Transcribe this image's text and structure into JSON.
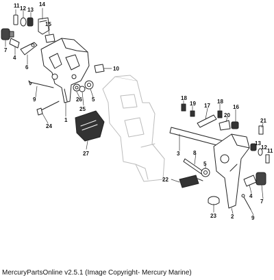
{
  "diagram": {
    "callouts": [
      {
        "id": "c11a",
        "label": "11"
      },
      {
        "id": "c12a",
        "label": "12"
      },
      {
        "id": "c13a",
        "label": "13"
      },
      {
        "id": "c14",
        "label": "14"
      },
      {
        "id": "c15",
        "label": "15"
      },
      {
        "id": "c7a",
        "label": "7"
      },
      {
        "id": "c4a",
        "label": "4"
      },
      {
        "id": "c6",
        "label": "6"
      },
      {
        "id": "c10",
        "label": "10"
      },
      {
        "id": "c9a",
        "label": "9"
      },
      {
        "id": "c26",
        "label": "26"
      },
      {
        "id": "c5a",
        "label": "5"
      },
      {
        "id": "c25",
        "label": "25"
      },
      {
        "id": "c1",
        "label": "1"
      },
      {
        "id": "c24",
        "label": "24"
      },
      {
        "id": "c27",
        "label": "27"
      },
      {
        "id": "c18a",
        "label": "18"
      },
      {
        "id": "c19",
        "label": "19"
      },
      {
        "id": "c17",
        "label": "17"
      },
      {
        "id": "c18b",
        "label": "18"
      },
      {
        "id": "c16",
        "label": "16"
      },
      {
        "id": "c20",
        "label": "20"
      },
      {
        "id": "c21",
        "label": "21"
      },
      {
        "id": "c13b",
        "label": "13"
      },
      {
        "id": "c12b",
        "label": "12"
      },
      {
        "id": "c11b",
        "label": "11"
      },
      {
        "id": "c3",
        "label": "3"
      },
      {
        "id": "c8",
        "label": "8"
      },
      {
        "id": "c5b",
        "label": "5"
      },
      {
        "id": "c22",
        "label": "22"
      },
      {
        "id": "c4b",
        "label": "4"
      },
      {
        "id": "c7b",
        "label": "7"
      },
      {
        "id": "c23",
        "label": "23"
      },
      {
        "id": "c2",
        "label": "2"
      },
      {
        "id": "c9b",
        "label": "9"
      }
    ]
  },
  "footer": {
    "text": "MercuryPartsOnline v2.5.1 (Image Copyright- Mercury Marine)"
  }
}
